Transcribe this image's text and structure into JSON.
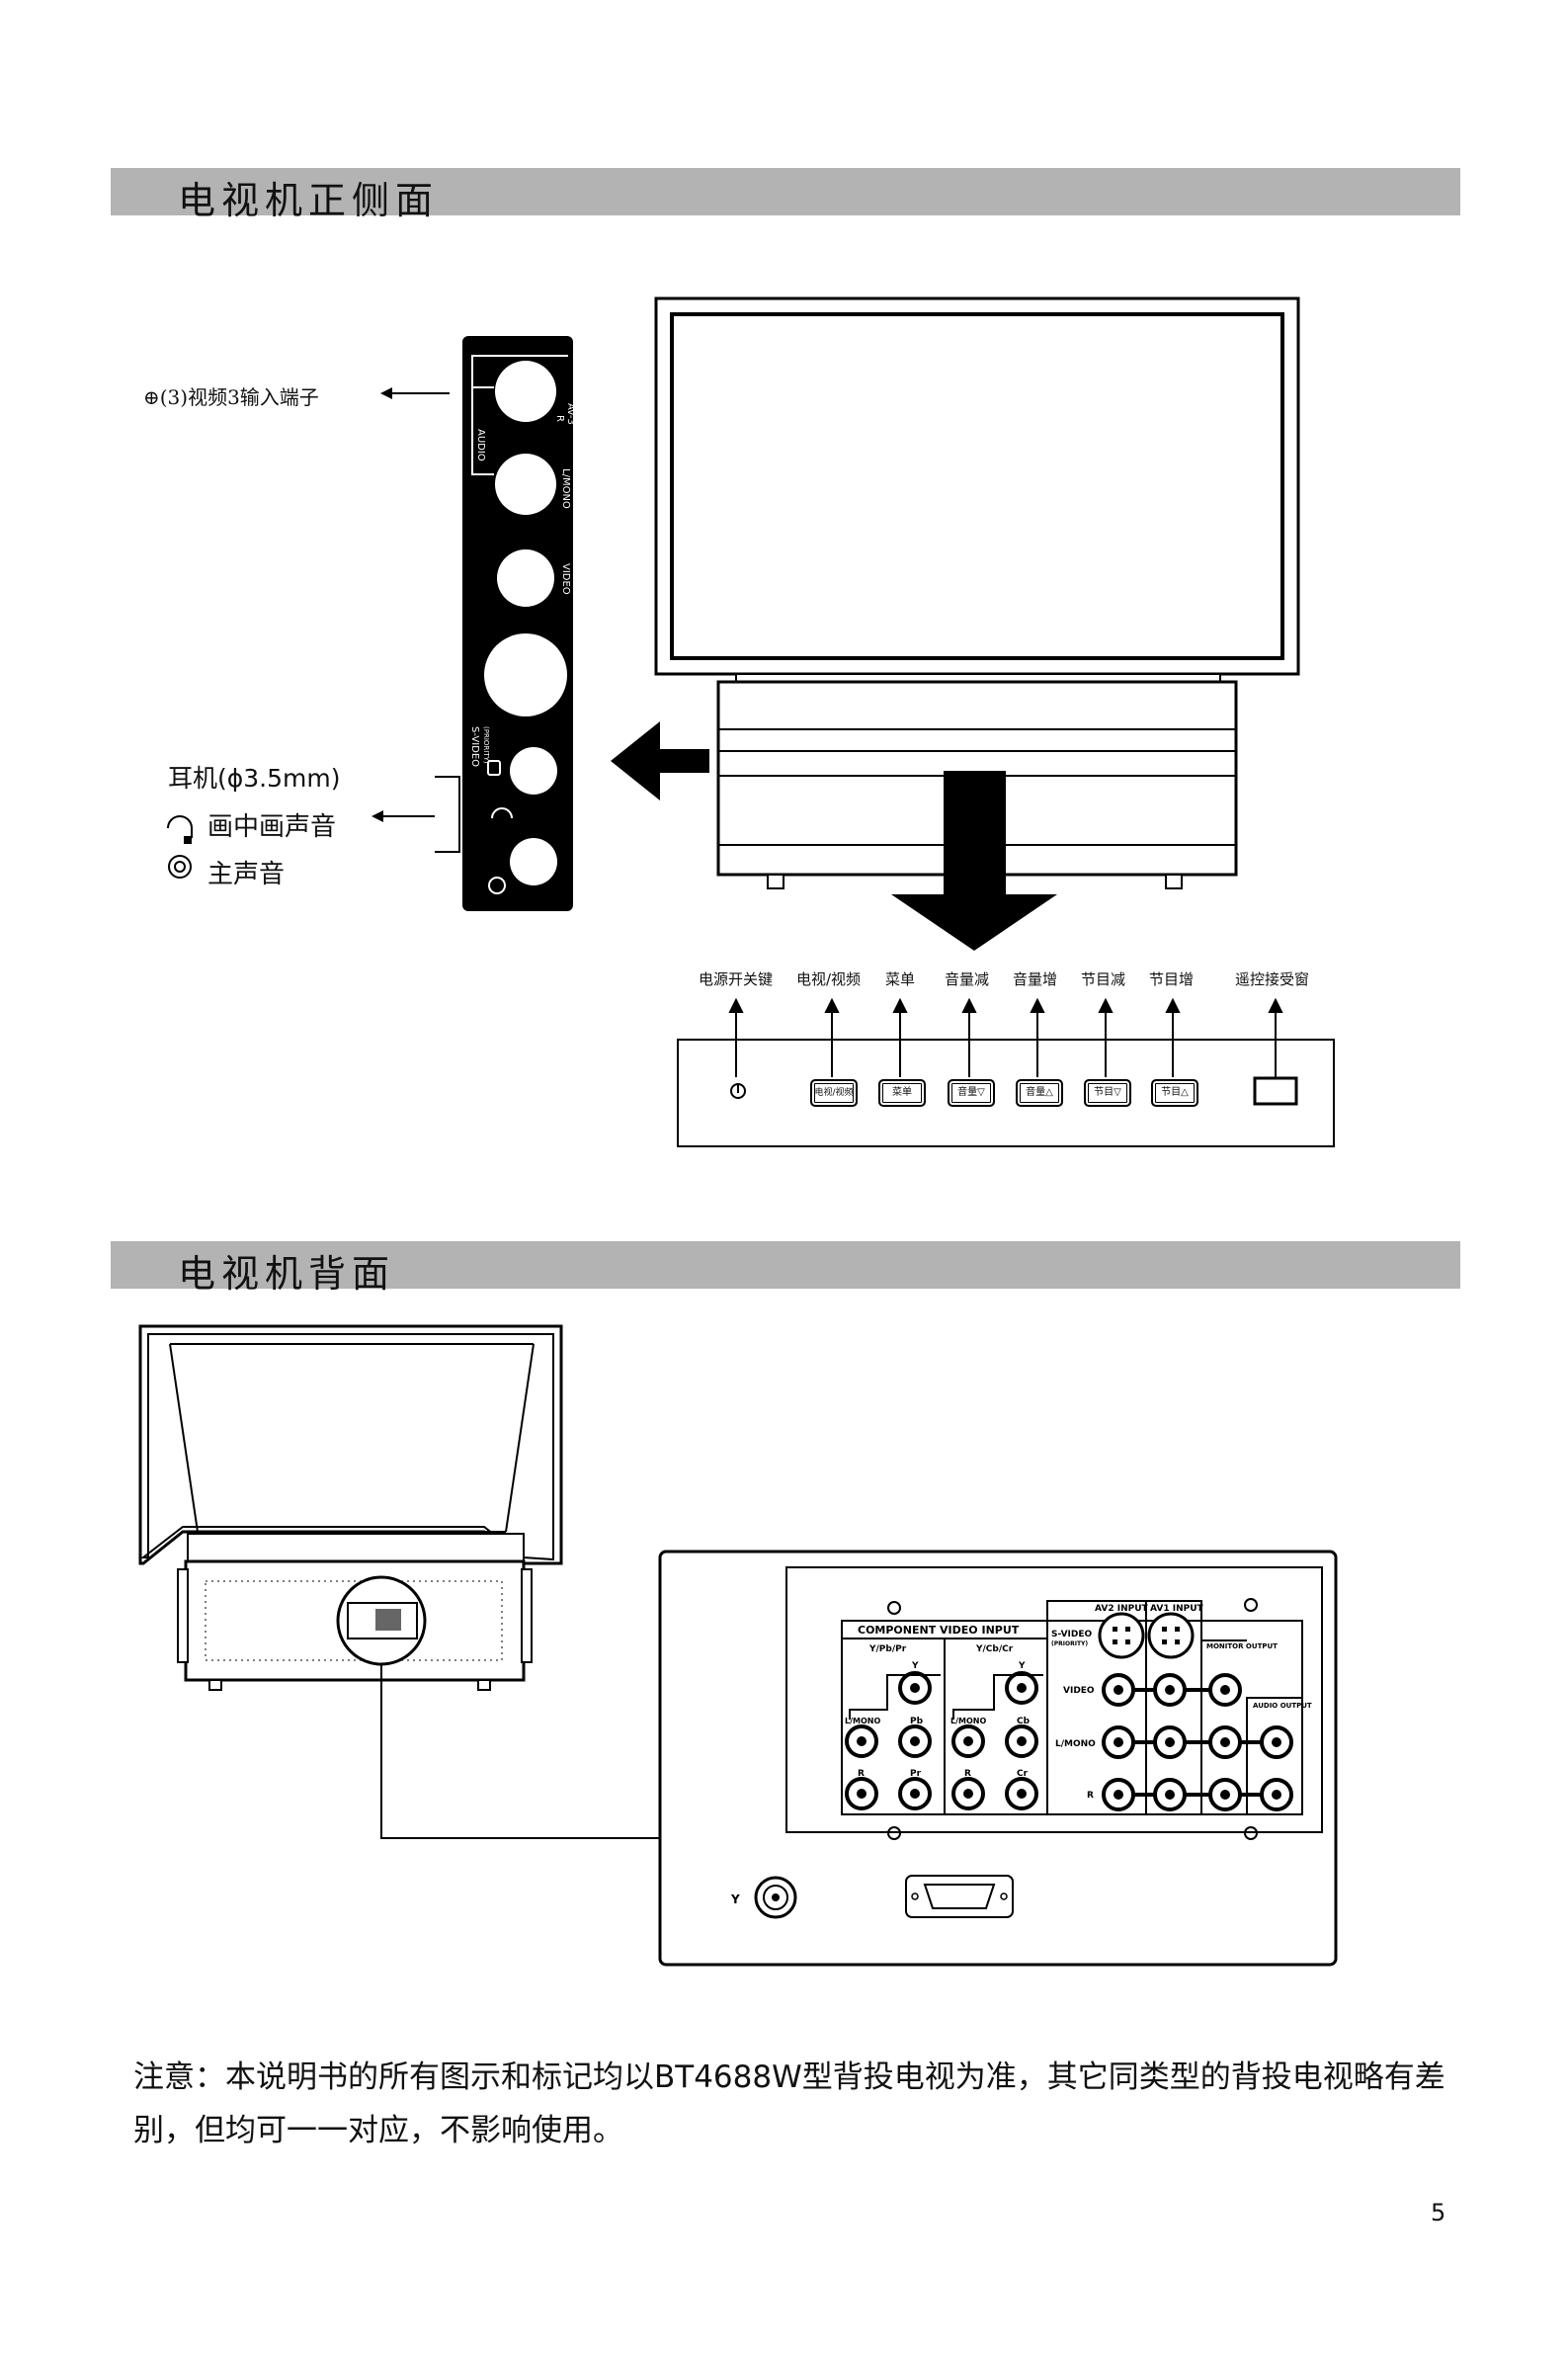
{
  "sections": {
    "front_title": "电视机正侧面",
    "back_title": "电视机背面"
  },
  "side_panel": {
    "av3_input_label": "⊕(3)视频3输入端子",
    "headphone_label": "耳机(ϕ3.5mm)",
    "pip_audio_label": "画中画声音",
    "main_audio_label": "主声音",
    "jacks": {
      "audio": "AUDIO",
      "r": "R",
      "av3": "Av-3",
      "lmono": "L/MONO",
      "video": "VIDEO",
      "svideo": "S-VIDEO",
      "priority": "(PRIORITY)"
    }
  },
  "control_panel": {
    "labels": [
      "电源开关键",
      "电视/视频",
      "菜单",
      "音量减",
      "音量增",
      "节目减",
      "节目增",
      "遥控接受窗"
    ],
    "buttons": [
      "电视/视频",
      "菜单",
      "音量▽",
      "音量△",
      "节目▽",
      "节目△"
    ]
  },
  "rear_panel": {
    "component": "COMPONENT  VIDEO  INPUT",
    "ypbpr": "Y/Pb/Pr",
    "ycbcr": "Y/Cb/Cr",
    "y": "Y",
    "lmono": "L/MONO",
    "pb": "Pb",
    "pr": "Pr",
    "cb": "Cb",
    "cr": "Cr",
    "r": "R",
    "av2": "AV2 INPUT",
    "av1": "AV1 INPUT",
    "svideo": "S-VIDEO",
    "priority": "(PRIORITY)",
    "video": "VIDEO",
    "monitor_output": "MONITOR OUTPUT",
    "audio_output": "AUDIO OUTPUT",
    "antenna": "Y"
  },
  "note": "注意：本说明书的所有图示和标记均以BT4688W型背投电视为准，其它同类型的背投电视略有差别，但均可一一对应，不影响使用。",
  "page_number": "5"
}
